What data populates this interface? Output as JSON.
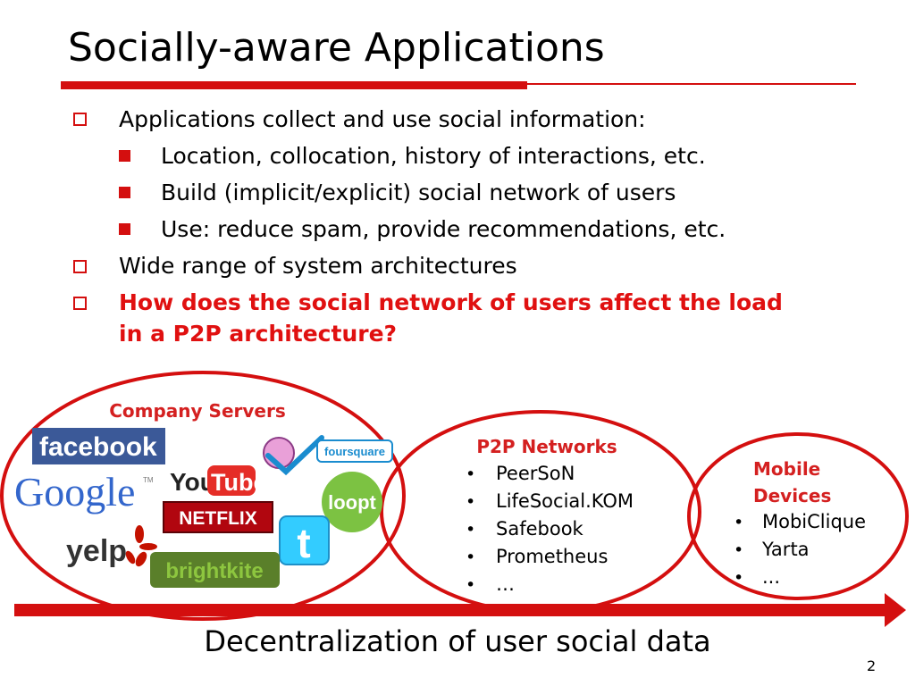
{
  "slide": {
    "title": "Socially-aware Applications",
    "bullets": [
      {
        "level": 1,
        "text": "Applications collect and use social information:"
      },
      {
        "level": 2,
        "text": "Location, collocation, history of interactions, etc."
      },
      {
        "level": 2,
        "text": "Build (implicit/explicit) social network of users"
      },
      {
        "level": 2,
        "text": "Use: reduce spam, provide recommendations, etc."
      },
      {
        "level": 1,
        "text": "Wide range of system architectures"
      },
      {
        "level": 1,
        "text_line1": "How does the social network of users affect the load",
        "text_line2": "in a P2P architecture?",
        "emphasis": true
      }
    ],
    "page_number": "2",
    "accent_color": "#d40f0f"
  },
  "diagram": {
    "company_servers": {
      "label": "Company Servers",
      "logos": [
        {
          "name": "facebook-logo",
          "text": "facebook",
          "color": "#3b5998"
        },
        {
          "name": "google-logo",
          "text": "Google",
          "tm": "TM"
        },
        {
          "name": "youtube-logo",
          "text_you": "You",
          "text_tube": "Tube"
        },
        {
          "name": "netflix-logo",
          "text": "NETFLIX",
          "color": "#b1060f"
        },
        {
          "name": "foursquare-logo",
          "text": "foursquare",
          "color": "#1a8ccf"
        },
        {
          "name": "loopt-logo",
          "text": "loopt",
          "color": "#7cc242"
        },
        {
          "name": "yelp-logo",
          "text": "yelp",
          "color": "#c41200"
        },
        {
          "name": "twitter-logo",
          "text": "t",
          "color": "#33ccff"
        },
        {
          "name": "brightkite-logo",
          "text": "brightkite",
          "color": "#8dc63f"
        }
      ]
    },
    "p2p_networks": {
      "label": "P2P Networks",
      "items": [
        "PeerSoN",
        "LifeSocial.KOM",
        "Safebook",
        "Prometheus",
        "…"
      ]
    },
    "mobile_devices": {
      "label_line1": "Mobile",
      "label_line2": "Devices",
      "items": [
        "MobiClique",
        "Yarta",
        "..."
      ]
    },
    "arrow_caption": "Decentralization of user social data"
  }
}
